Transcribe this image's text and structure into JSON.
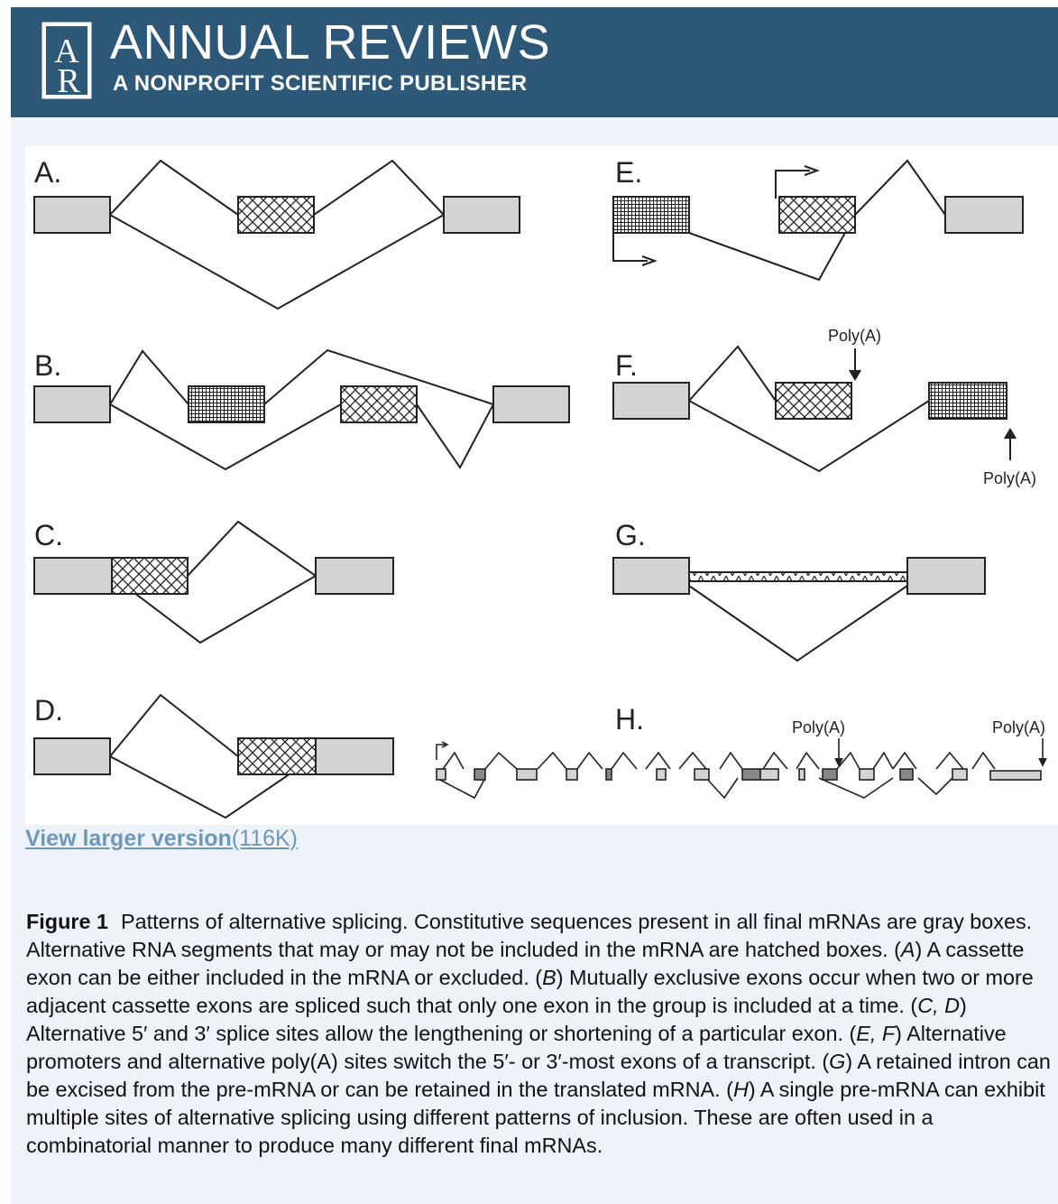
{
  "header": {
    "logo_letters": "AR",
    "title": "ANNUAL REVIEWS",
    "subtitle": "A NONPROFIT SCIENTIFIC PUBLISHER"
  },
  "figure": {
    "panels": [
      {
        "label": "A."
      },
      {
        "label": "B."
      },
      {
        "label": "C."
      },
      {
        "label": "D."
      },
      {
        "label": "E."
      },
      {
        "label": "F."
      },
      {
        "label": "G."
      },
      {
        "label": "H."
      }
    ],
    "annotations": {
      "f_top": "Poly(A)",
      "f_bottom": "Poly(A)",
      "h_middle": "Poly(A)",
      "h_right": "Poly(A)"
    }
  },
  "link": {
    "text": "View larger version",
    "size": "(116K)"
  },
  "caption": {
    "label": "Figure 1",
    "parts": [
      "Patterns of alternative splicing. Constitutive sequences present in all final mRNAs are gray boxes. Alternative RNA segments that may or may not be included in the mRNA are hatched boxes. (",
      "A",
      ") A cassette exon can be either included in the mRNA or excluded. (",
      "B",
      ") Mutually exclusive exons occur when two or more adjacent cassette exons are spliced such that only one exon in the group is included at a time. (",
      "C, D",
      ") Alternative 5′ and 3′ splice sites allow the lengthening or shortening of a particular exon. (",
      "E, F",
      ") Alternative promoters and alternative poly(A) sites switch the 5′- or 3′-most exons of a transcript. (",
      "G",
      ") A retained intron can be excised from the pre-mRNA or can be retained in the translated mRNA. (",
      "H",
      ") A single pre-mRNA can exhibit multiple sites of alternative splicing using different patterns of inclusion. These are often used in a combinatorial manner to produce many different final mRNAs."
    ]
  },
  "colors": {
    "banner": "#2d5878",
    "page_bg": "#eef3f9",
    "exon_gray": "#d3d3d3",
    "link": "#6d98bb"
  }
}
